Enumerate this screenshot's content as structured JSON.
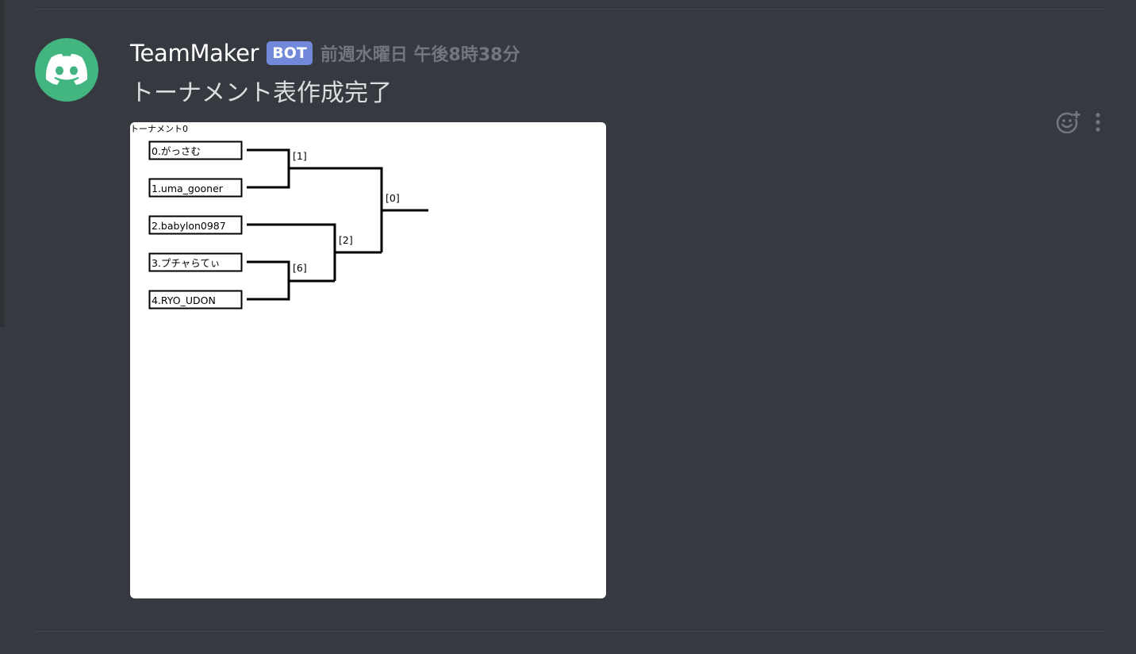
{
  "message": {
    "author": "TeamMaker",
    "badge": "BOT",
    "timestamp": "前週水曜日 午後8時38分",
    "content": "トーナメント表作成完了"
  },
  "bracket_image": {
    "title": "トーナメント0",
    "players": [
      "0.がっさむ",
      "1.uma_gooner",
      "2.babylon0987",
      "3.プチャらてぃ",
      "4.RYO_UDON"
    ],
    "match_labels": [
      "[1]",
      "[0]",
      "[2]",
      "[6]"
    ]
  },
  "toolbar": {
    "add_reaction_icon": "add-reaction-icon",
    "more_icon": "more-vertical-icon"
  },
  "colors": {
    "background": "#36393f",
    "avatar": "#43b581",
    "bot_badge": "#7289da",
    "timestamp": "#72767d"
  }
}
